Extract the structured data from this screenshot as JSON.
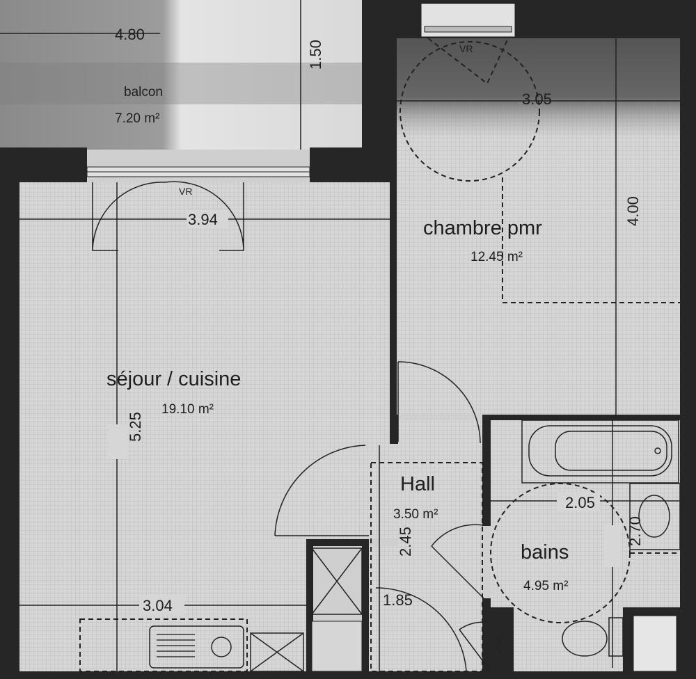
{
  "plan": {
    "rooms": {
      "balcon": {
        "name": "balcon",
        "area": "7.20 m²"
      },
      "chambre": {
        "name": "chambre pmr",
        "area": "12.45 m²"
      },
      "sejour": {
        "name": "séjour / cuisine",
        "area": "19.10 m²"
      },
      "hall": {
        "name": "Hall",
        "area": "3.50 m²"
      },
      "bains": {
        "name": "bains",
        "area": "4.95 m²"
      }
    },
    "dimensions": {
      "balcon_width": "4.80",
      "balcon_depth": "1.50",
      "chambre_width": "3.05",
      "chambre_depth": "4.00",
      "sejour_top": "3.94",
      "sejour_depth": "5.25",
      "sejour_bottom": "3.04",
      "hall_depth": "2.45",
      "hall_width": "1.85",
      "bains_width": "2.05",
      "bains_depth": "2.70"
    },
    "markers": {
      "vr_sejour": "VR",
      "vr_chambre": "VR"
    }
  }
}
